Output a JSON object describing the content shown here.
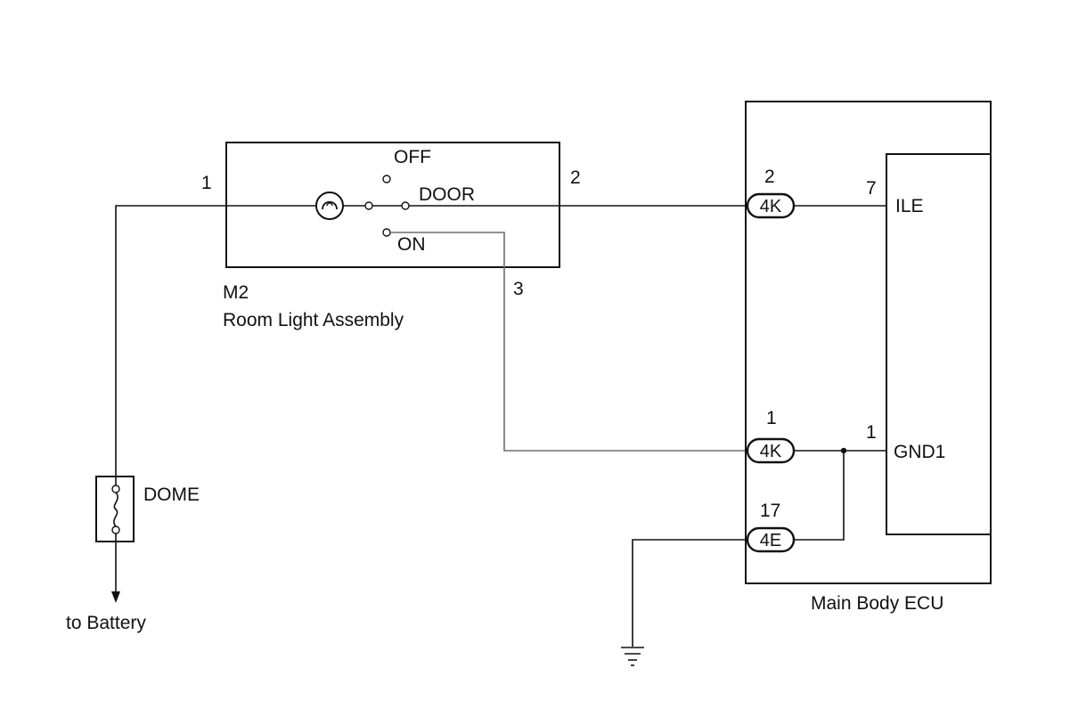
{
  "room_light": {
    "id": "M2",
    "name": "Room Light Assembly",
    "pin_left": "1",
    "pin_right": "2",
    "pin_bottom": "3",
    "switch_off": "OFF",
    "switch_door": "DOOR",
    "switch_on": "ON"
  },
  "fuse": {
    "label": "DOME"
  },
  "battery": {
    "label": "to Battery"
  },
  "ecu": {
    "name": "Main Body ECU",
    "terminal_ile": "ILE",
    "terminal_ile_pin": "7",
    "terminal_gnd": "GND1",
    "terminal_gnd_pin": "1"
  },
  "connectors": {
    "c1": {
      "code": "4K",
      "pin": "2"
    },
    "c2": {
      "code": "4K",
      "pin": "1"
    },
    "c3": {
      "code": "4E",
      "pin": "17"
    }
  }
}
